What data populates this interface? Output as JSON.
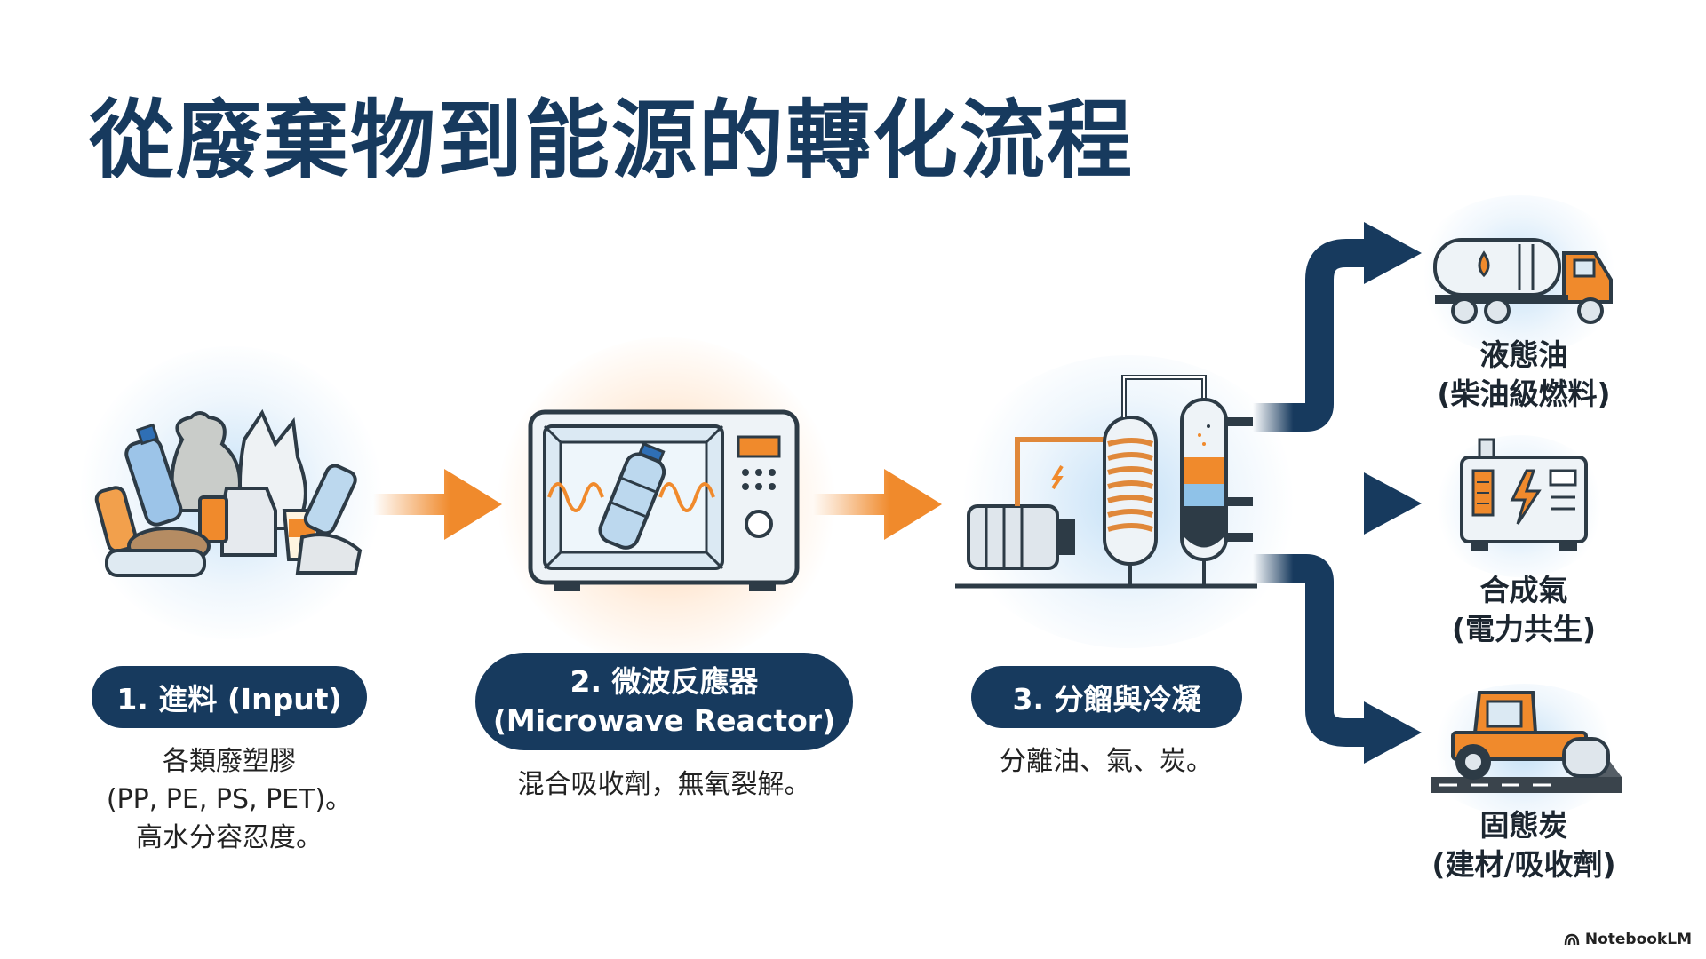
{
  "title": "從廢棄物到能源的轉化流程",
  "steps": [
    {
      "label_line1": "1. 進料 (Input)",
      "desc": [
        "各類廢塑膠",
        "(PP, PE, PS, PET)。",
        "高水分容忍度。"
      ]
    },
    {
      "label_line1": "2. 微波反應器",
      "label_line2": "(Microwave Reactor)",
      "desc": [
        "混合吸收劑，無氧裂解。"
      ]
    },
    {
      "label_line1": "3. 分餾與冷凝",
      "desc": [
        "分離油、氣、炭。"
      ]
    }
  ],
  "outputs": [
    {
      "name": "液態油",
      "sub": "(柴油級燃料)",
      "icon": "fuel-tanker-truck-icon"
    },
    {
      "name": "合成氣",
      "sub": "(電力共生)",
      "icon": "generator-icon"
    },
    {
      "name": "固態炭",
      "sub": "(建材/吸收劑)",
      "icon": "road-roller-icon"
    }
  ],
  "branding": "NotebookLM",
  "colors": {
    "navy": "#173a5e",
    "orange": "#f08a2c",
    "light_blue": "#d9ecf8"
  }
}
